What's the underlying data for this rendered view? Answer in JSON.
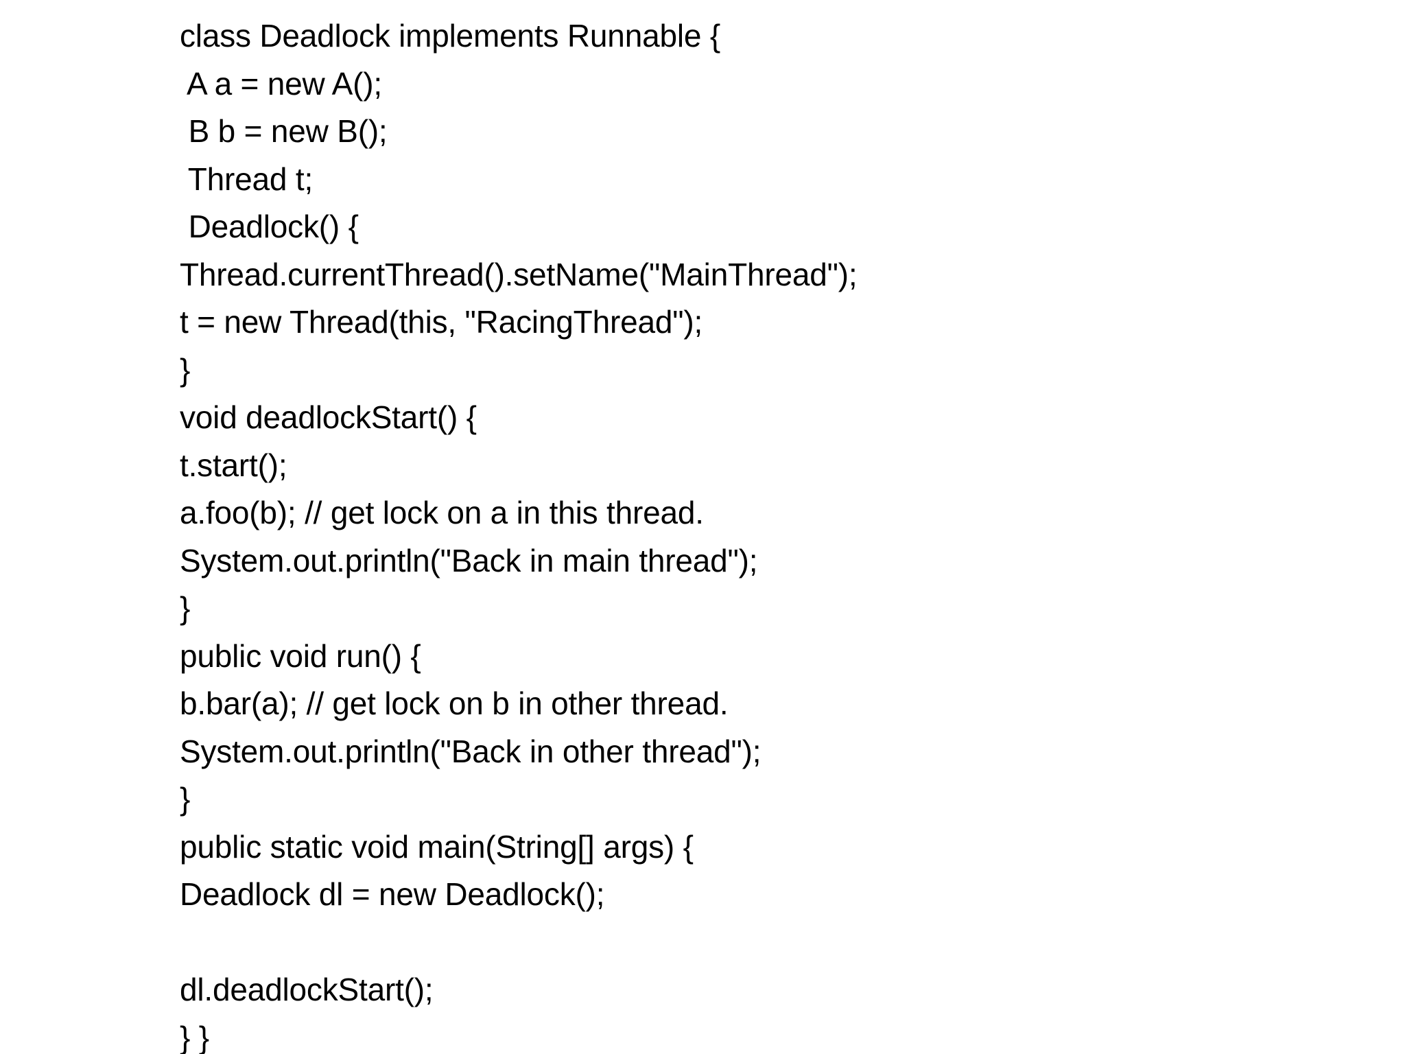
{
  "document": {
    "type": "code-listing",
    "language": "Java",
    "background_color": "#ffffff",
    "text_color": "#000000",
    "lines": [
      {
        "text": "class Deadlock implements Runnable {",
        "blank": false
      },
      {
        "text": " A a = new A();",
        "blank": false
      },
      {
        "text": " B b = new B();",
        "blank": false
      },
      {
        "text": " Thread t;",
        "blank": false
      },
      {
        "text": " Deadlock() {",
        "blank": false
      },
      {
        "text": "Thread.currentThread().setName(\"MainThread\");",
        "blank": false
      },
      {
        "text": "t = new Thread(this, \"RacingThread\");",
        "blank": false
      },
      {
        "text": "}",
        "blank": false
      },
      {
        "text": "void deadlockStart() {",
        "blank": false
      },
      {
        "text": "t.start();",
        "blank": false
      },
      {
        "text": "a.foo(b); // get lock on a in this thread.",
        "blank": false
      },
      {
        "text": "System.out.println(\"Back in main thread\");",
        "blank": false
      },
      {
        "text": "}",
        "blank": false
      },
      {
        "text": "public void run() {",
        "blank": false
      },
      {
        "text": "b.bar(a); // get lock on b in other thread.",
        "blank": false
      },
      {
        "text": "System.out.println(\"Back in other thread\");",
        "blank": false
      },
      {
        "text": "}",
        "blank": false
      },
      {
        "text": "public static void main(String[] args) {",
        "blank": false
      },
      {
        "text": "Deadlock dl = new Deadlock();",
        "blank": false
      },
      {
        "text": "",
        "blank": true
      },
      {
        "text": "dl.deadlockStart();",
        "blank": false
      },
      {
        "text": "} }",
        "blank": false
      }
    ]
  }
}
